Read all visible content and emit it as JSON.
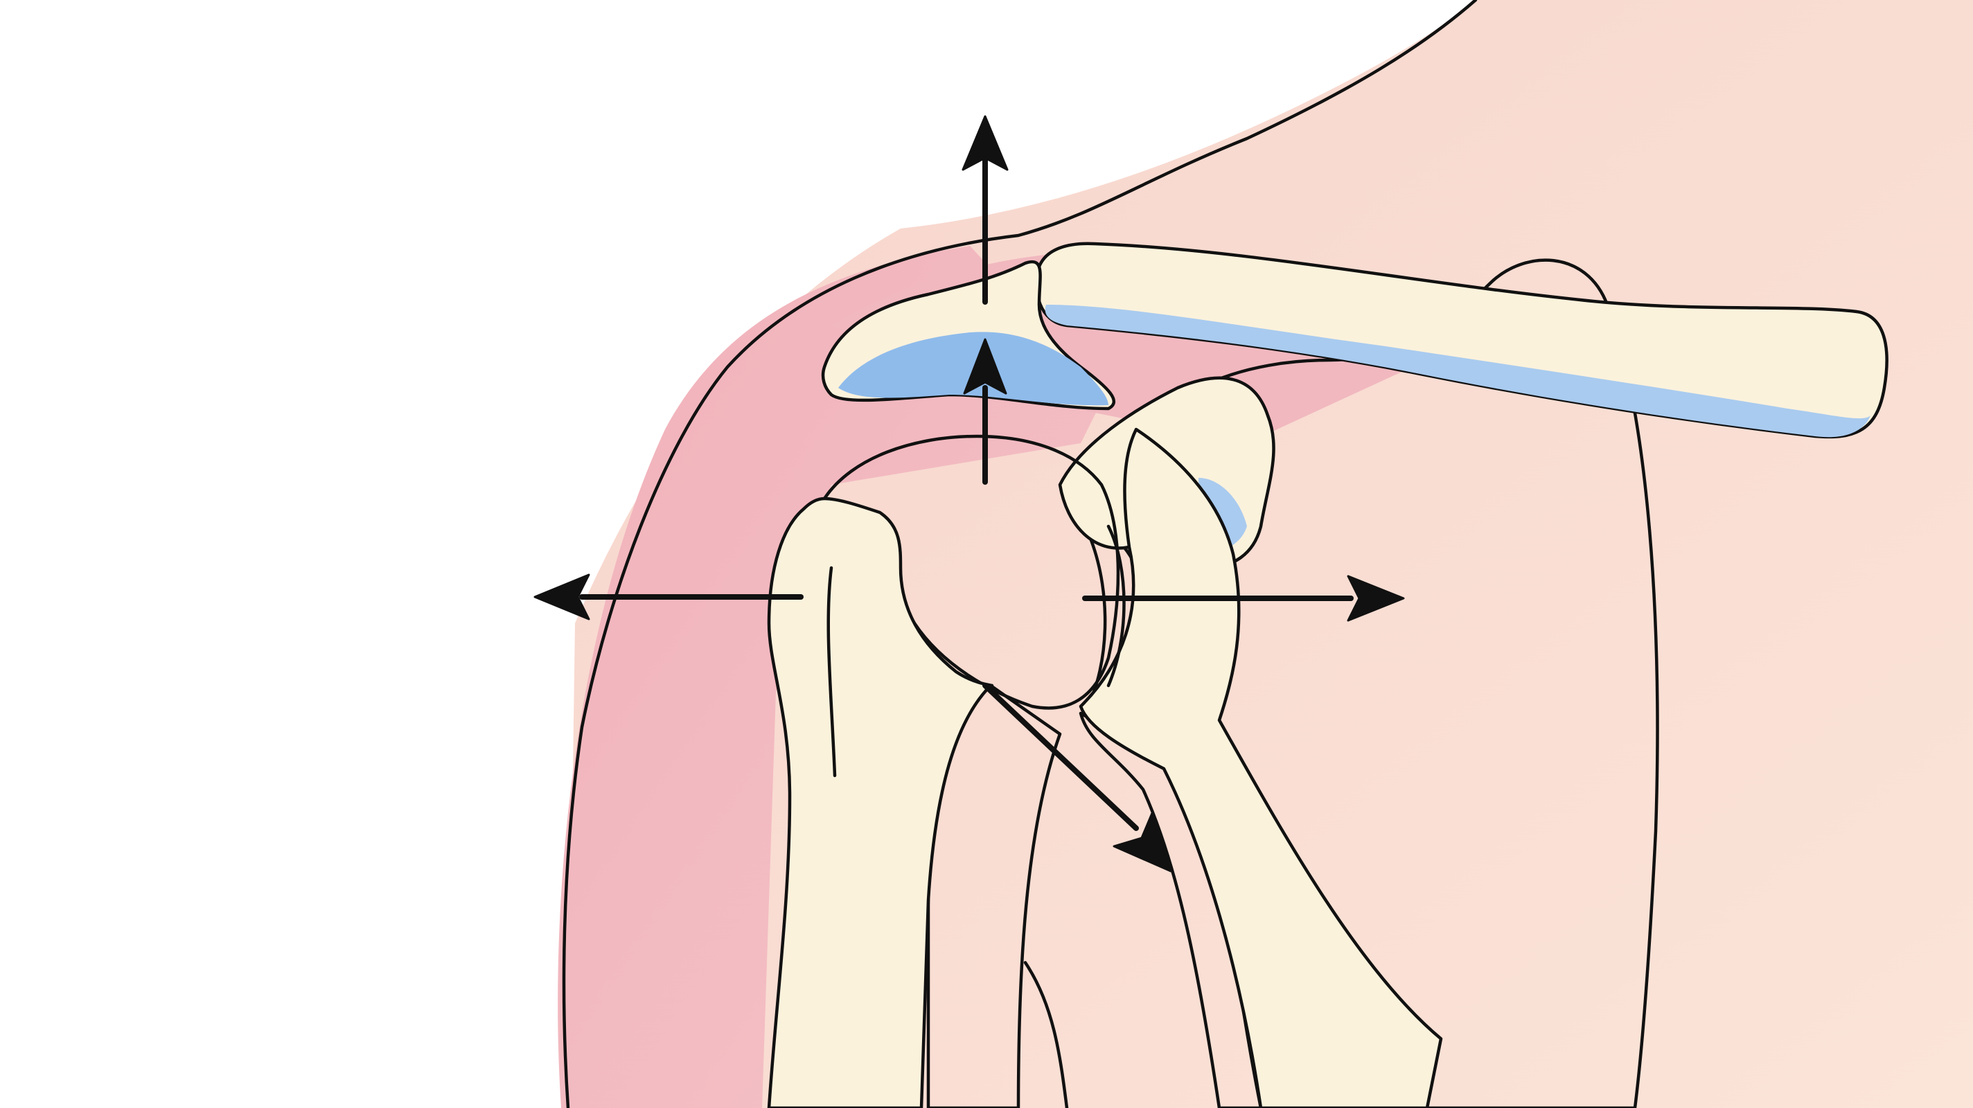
{
  "diagram": {
    "subject": "shoulder-joint-cross-section",
    "colors": {
      "background": "#ffffff",
      "skin": "#f7d9cc",
      "deltoid_muscle": "#f1b6bd",
      "cartilage_blue": "#a9cbef",
      "bone": "#fbf2dc",
      "outline": "#111111",
      "arrow": "#111111"
    },
    "arrows": [
      {
        "name": "arrow-up-acromion",
        "direction": "up"
      },
      {
        "name": "arrow-up-humeral-head",
        "direction": "up"
      },
      {
        "name": "arrow-left",
        "direction": "left"
      },
      {
        "name": "arrow-right",
        "direction": "right"
      },
      {
        "name": "arrow-down-right",
        "direction": "down-right"
      }
    ]
  }
}
